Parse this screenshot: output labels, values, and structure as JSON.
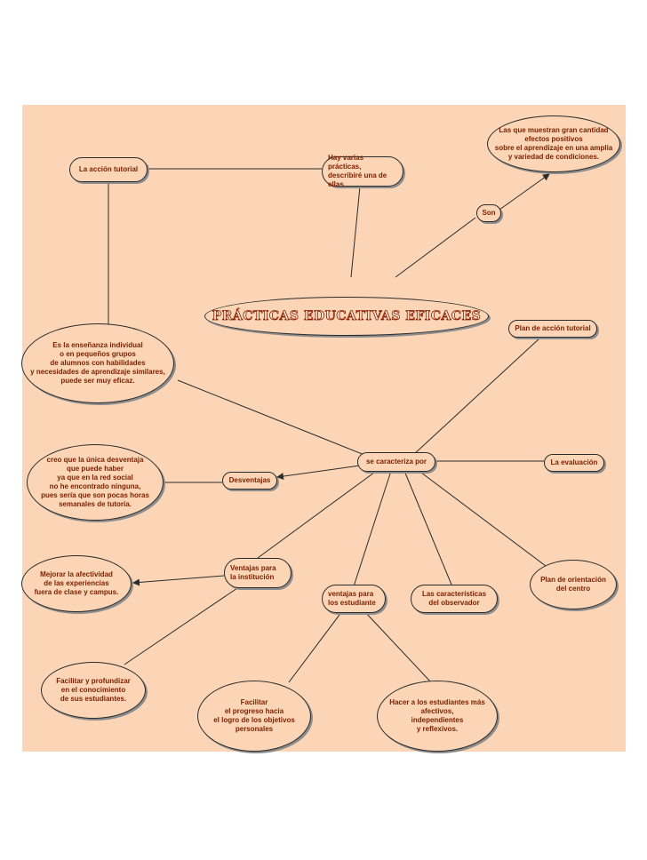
{
  "title": "Prácticas educativas eficaces",
  "colors": {
    "background": "#fbd5b5",
    "text": "#7a1f00",
    "line": "#2b2b2b"
  },
  "nodes": {
    "accion_tutorial": "La acción tutorial",
    "hay_varias": "Hay varias prácticas,\ndescribiré una de ellas",
    "las_que": "Las que muestran gran cantidad\nefectos positivos\nsobre el aprendizaje en una amplia\ny variedad de condiciones.",
    "son": "Son",
    "plan_accion": "Plan de acción tutorial",
    "ensenanza": "Es la enseñanza individual\no en pequeños grupos\nde alumnos con habilidades\ny necesidades de aprendizaje similares,\npuede ser muy eficaz.",
    "desventaja_texto": "creo que la única desventaja\nque puede haber\nya que en la red social\nno he encontrado ninguna,\npues sería que son pocas horas\nsemanales de tutoría.",
    "desventajas": "Desventajas",
    "se_caracteriza": "se caracteriza por",
    "evaluacion": "La evaluación",
    "ventajas_institucion": "Ventajas para\nla institución",
    "mejorar": "Mejorar la afectividad\nde las experiencias\nfuera de clase y campus.",
    "ventajas_estudiante": "ventajas para\nlos estudiante",
    "caracteristicas": "Las características\ndel observador",
    "plan_orientacion": "Plan de orientación\ndel centro",
    "facilitar_profundizar": "Facilitar y profundizar\nen el conocimiento\nde sus estudiantes.",
    "facilitar_progreso": "Facilitar\nel progreso hacia\nel logro de los objetivos\npersonales",
    "hacer_estudiantes": "Hacer a los estudiantes más\nafectivos,\nindependientes\ny reflexivos."
  }
}
